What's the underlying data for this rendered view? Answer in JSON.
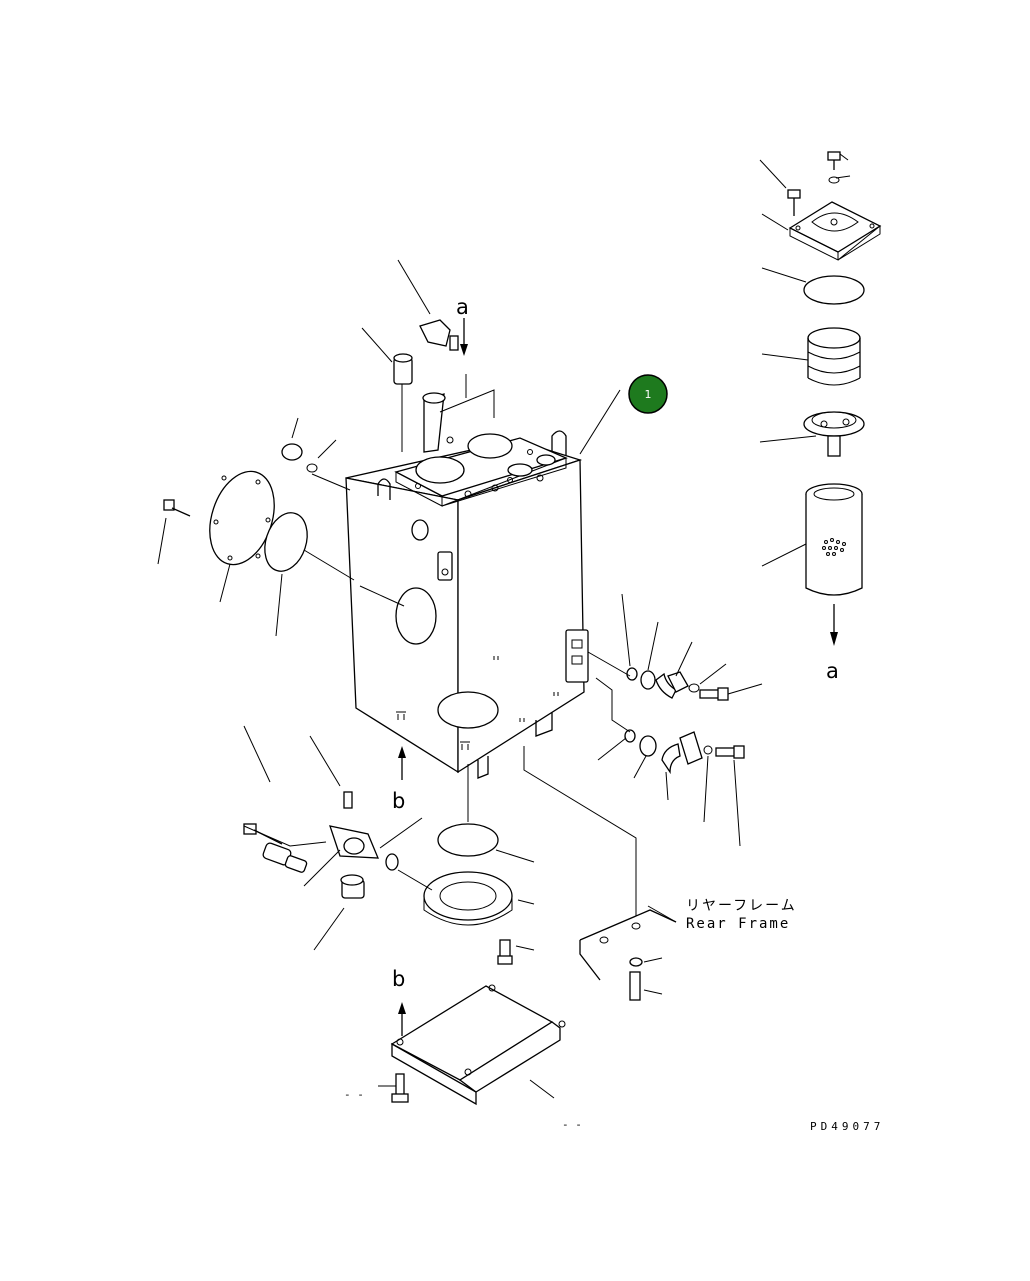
{
  "labels": {
    "a_top": "a",
    "a_bottom": "a",
    "b_mid": "b",
    "b_bottom": "b",
    "rear_frame_jp": "リヤーフレーム",
    "rear_frame_en": "Rear Frame",
    "drawing_no": "PD49077",
    "dash_left": "- -",
    "dash_right": "- -"
  },
  "callout": {
    "number": "1",
    "color": "#1e7a1e"
  }
}
